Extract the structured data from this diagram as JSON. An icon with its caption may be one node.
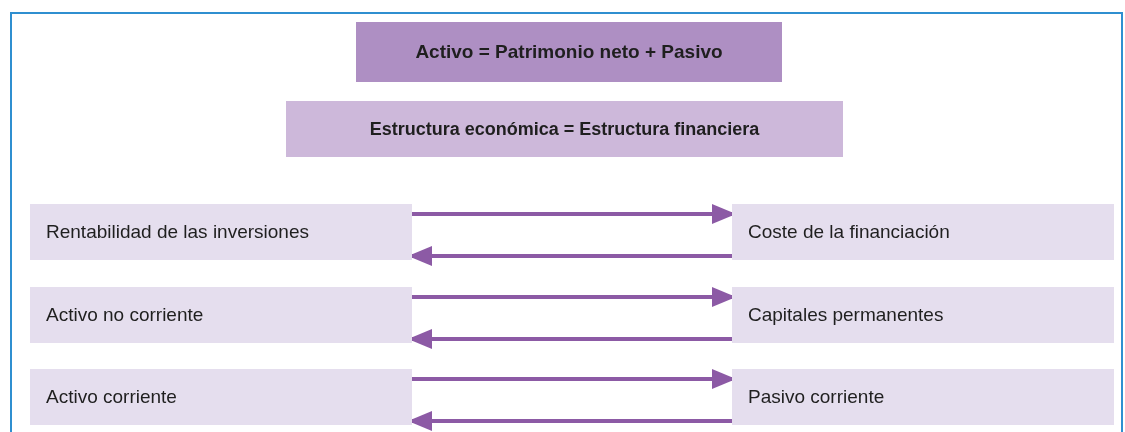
{
  "diagram": {
    "nodes": [
      {
        "text": [
          "Activo = Patrimonio neto + Pasivo"
        ]
      },
      {
        "text": [
          "Estructura económica = Estructura financiera"
        ]
      },
      {
        "text": [
          "Rentabilidad de las inversiones"
        ]
      },
      {
        "text": [
          "Coste de la financiación"
        ]
      },
      {
        "text": [
          "Activo no corriente"
        ]
      },
      {
        "text": [
          "Capitales permanentes"
        ]
      },
      {
        "text": [
          "Activo corriente"
        ]
      },
      {
        "text": [
          "Pasivo corriente"
        ]
      }
    ],
    "edges": [
      {
        "from": 2,
        "to": 3,
        "arrow": "to"
      },
      {
        "from": 3,
        "to": 2,
        "arrow": "to"
      },
      {
        "from": 4,
        "to": 5,
        "arrow": "to"
      },
      {
        "from": 5,
        "to": 4,
        "arrow": "to"
      },
      {
        "from": 6,
        "to": 7,
        "arrow": "to"
      },
      {
        "from": 7,
        "to": 6,
        "arrow": "to"
      }
    ]
  }
}
